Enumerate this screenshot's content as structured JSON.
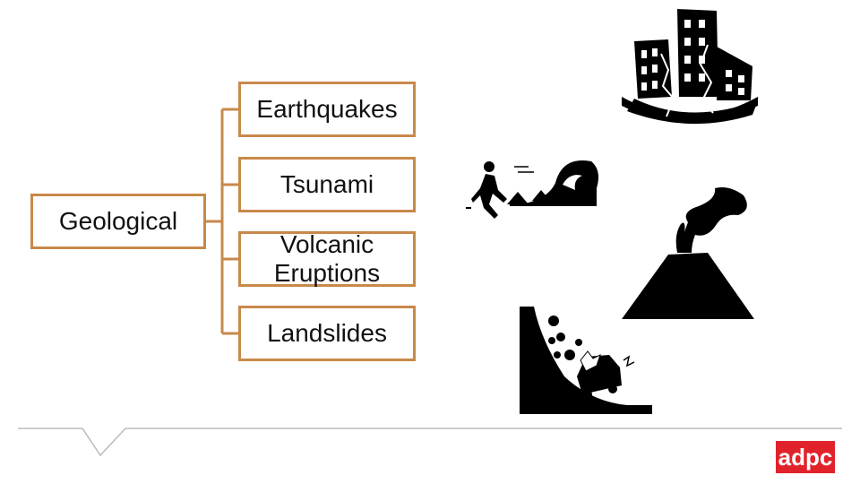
{
  "diagram": {
    "root": {
      "label": "Geological"
    },
    "children": [
      {
        "label": "Earthquakes",
        "icon": "earthquake-icon"
      },
      {
        "label": "Tsunami",
        "icon": "tsunami-icon"
      },
      {
        "label": "Volcanic\nEruptions",
        "icon": "volcano-icon"
      },
      {
        "label": "Landslides",
        "icon": "landslide-icon"
      }
    ],
    "connector_color": "#c8894a"
  },
  "footer": {
    "logo_text": "adpc",
    "logo_color": "#e0232b",
    "divider_color": "#bbbbbb"
  }
}
